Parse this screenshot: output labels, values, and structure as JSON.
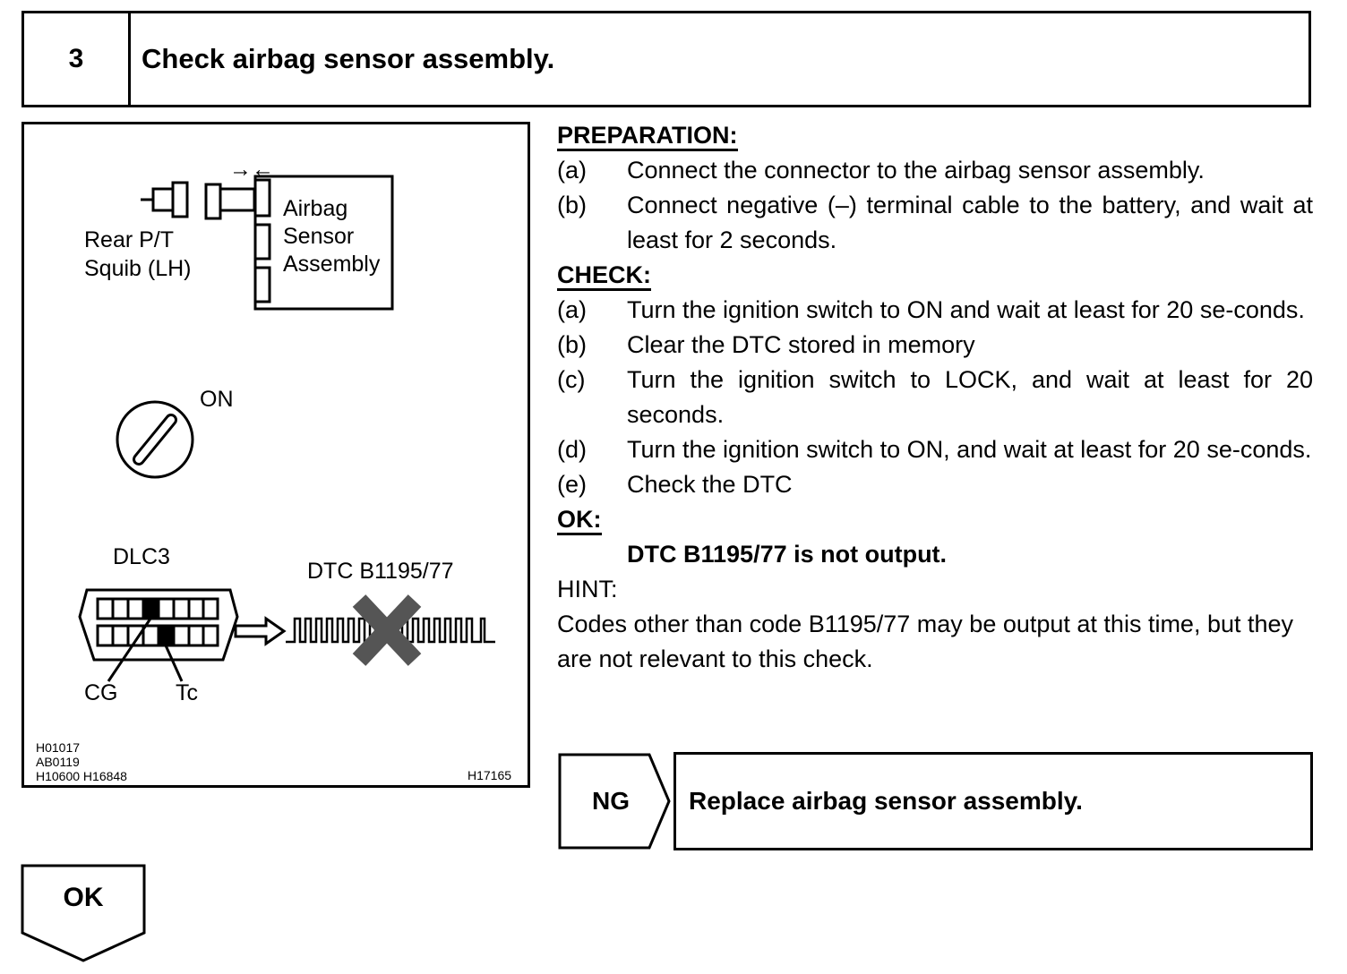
{
  "header": {
    "step_number": "3",
    "title": "Check airbag sensor assembly."
  },
  "figure": {
    "airbag_label": [
      "Airbag",
      "Sensor",
      "Assembly"
    ],
    "squib_label": [
      "Rear P/T",
      "Squib (LH)"
    ],
    "arrows_symbol": "→←",
    "ignition_label": "ON",
    "dlc_label": "DLC3",
    "dtc_label": "DTC B1195/77",
    "pin_cg_label": "CG",
    "pin_tc_label": "Tc",
    "codes_left": [
      "H01017",
      "AB0119",
      "H10600  H16848"
    ],
    "code_right": "H17165"
  },
  "preparation": {
    "heading": "PREPARATION:",
    "steps": [
      {
        "label": "(a)",
        "text": "Connect the connector to the airbag sensor assembly."
      },
      {
        "label": "(b)",
        "text": "Connect negative (–) terminal cable to the battery, and wait at least for 2 seconds."
      }
    ]
  },
  "check": {
    "heading": "CHECK:",
    "steps": [
      {
        "label": "(a)",
        "text": "Turn the ignition switch to ON and wait at least for 20 se-conds."
      },
      {
        "label": "(b)",
        "text": "Clear the DTC stored in memory"
      },
      {
        "label": "(c)",
        "text": "Turn the ignition switch to LOCK, and wait at least for 20 seconds."
      },
      {
        "label": "(d)",
        "text": "Turn the ignition switch to ON, and wait at least for 20 se-conds."
      },
      {
        "label": "(e)",
        "text": "Check the DTC"
      }
    ]
  },
  "ok": {
    "heading": "OK:",
    "result": "DTC B1195/77 is not output."
  },
  "hint": {
    "heading": "HINT:",
    "text": "Codes other than code B1195/77 may be output at this time, but they are not relevant to this check."
  },
  "ng": {
    "label": "NG",
    "action": "Replace airbag sensor assembly."
  },
  "ok_next": {
    "label": "OK"
  }
}
